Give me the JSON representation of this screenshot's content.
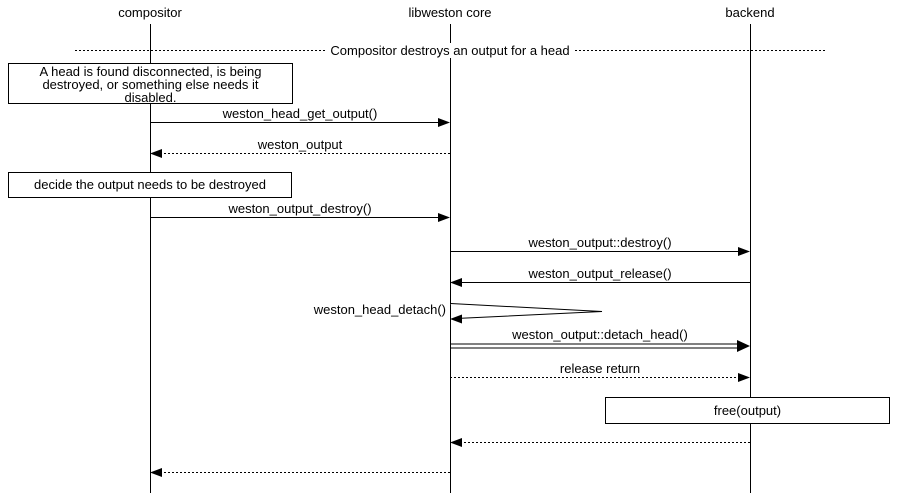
{
  "title": "Compositor destroys an output for a head",
  "actors": [
    {
      "label": "compositor"
    },
    {
      "label": "libweston core"
    },
    {
      "label": "backend"
    }
  ],
  "notes": [
    {
      "text": "A head is found disconnected, is being destroyed, or something else needs it disabled."
    },
    {
      "text": "decide the output needs to be destroyed"
    },
    {
      "text": "free(output)"
    }
  ],
  "messages": [
    {
      "label": "weston_head_get_output()",
      "from": "compositor",
      "to": "libweston core",
      "line": "solid"
    },
    {
      "label": "weston_output",
      "from": "libweston core",
      "to": "compositor",
      "line": "dashed"
    },
    {
      "label": "weston_output_destroy()",
      "from": "compositor",
      "to": "libweston core",
      "line": "solid"
    },
    {
      "label": "weston_output::destroy()",
      "from": "libweston core",
      "to": "backend",
      "line": "solid"
    },
    {
      "label": "weston_output_release()",
      "from": "backend",
      "to": "libweston core",
      "line": "solid"
    },
    {
      "label": "weston_head_detach()",
      "from": "libweston core",
      "to": "libweston core",
      "line": "self"
    },
    {
      "label": "weston_output::detach_head()",
      "from": "libweston core",
      "to": "backend",
      "line": "double"
    },
    {
      "label": "release return",
      "from": "libweston core",
      "to": "backend",
      "line": "dashed"
    },
    {
      "label": "",
      "from": "backend",
      "to": "libweston core",
      "line": "dashed"
    },
    {
      "label": "",
      "from": "libweston core",
      "to": "compositor",
      "line": "dashed"
    }
  ],
  "colors": {
    "foreground": "#000000",
    "background": "#ffffff"
  }
}
